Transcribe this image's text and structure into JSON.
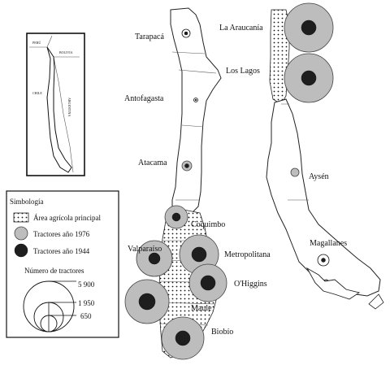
{
  "regions": [
    {
      "name": "Tarapacá"
    },
    {
      "name": "Antofagasta"
    },
    {
      "name": "Atacama"
    },
    {
      "name": "Coquimbo"
    },
    {
      "name": "Valparaíso"
    },
    {
      "name": "Metropolitana"
    },
    {
      "name": "O'Higgins"
    },
    {
      "name": "Maule"
    },
    {
      "name": "Biobío"
    },
    {
      "name": "La Araucanía"
    },
    {
      "name": "Los Lagos"
    },
    {
      "name": "Aysén"
    },
    {
      "name": "Magallanes"
    }
  ],
  "inset": {
    "labels": [
      "PERÚ",
      "BOLIVIA",
      "CHILE",
      "ARGENTINA"
    ]
  },
  "legend": {
    "title": "Simbología",
    "items": [
      {
        "label": "Área agrícola principal",
        "symbol": "dotted-square-icon"
      },
      {
        "label": "Tractores año 1976",
        "symbol": "gray-circle-icon",
        "color": "#bdbdbd"
      },
      {
        "label": "Tractores año 1944",
        "symbol": "black-circle-icon",
        "color": "#1e1e1e"
      }
    ],
    "scale_title": "Número de tractores",
    "scale_values": [
      "5 900",
      "1 950",
      "650"
    ]
  }
}
